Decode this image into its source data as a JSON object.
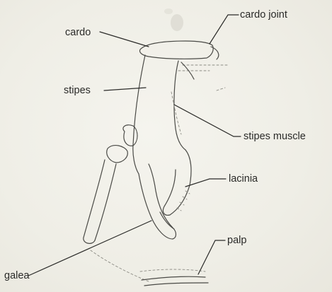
{
  "diagram": {
    "labels": {
      "cardo": "cardo",
      "cardo_joint": "cardo joint",
      "stipes": "stipes",
      "stipes_muscle": "stipes muscle",
      "lacinia": "lacinia",
      "palp": "palp",
      "galea": "galea"
    }
  }
}
